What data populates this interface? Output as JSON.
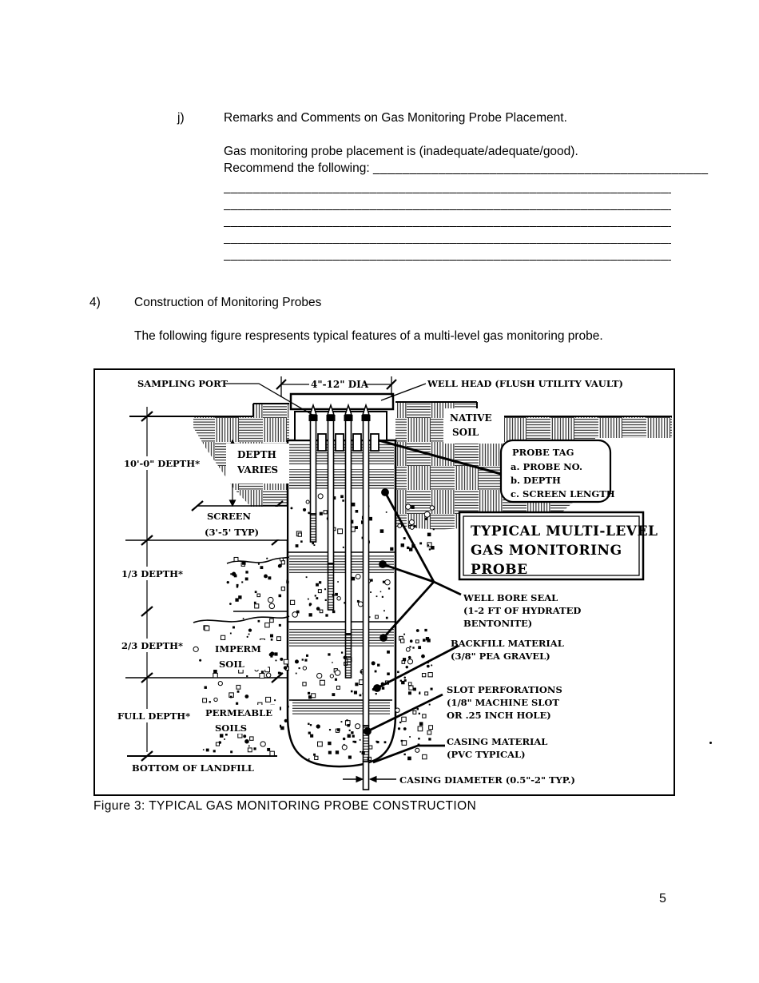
{
  "sections": {
    "item_j": {
      "label": "j)",
      "title": "Remarks and Comments on Gas Monitoring Probe Placement."
    },
    "paragraph": {
      "line1": "Gas monitoring probe placement is (inadequate/adequate/good).",
      "line2": "Recommend the following:",
      "line2_blank": "______________________________________________",
      "blank_lines": [
        "________________________________________________________________________",
        "________________________________________________________________________",
        "________________________________________________________________________",
        "________________________________________________________________________",
        "________________________________________________________________________"
      ]
    },
    "item_4": {
      "label": "4)",
      "title": "Construction of Monitoring Probes",
      "intro": "The following figure respresents typical features of a multi-level gas monitoring probe."
    },
    "caption": "Figure 3: TYPICAL GAS MONITORING PROBE CONSTRUCTION"
  },
  "page": {
    "number": "5"
  },
  "figure": {
    "labels": {
      "sampling_port": "SAMPLING PORT",
      "dia": "4\"-12\" DIA",
      "well_head": "WELL HEAD (FLUSH UTILITY VAULT)",
      "native_1": "NATIVE",
      "native_2": "SOIL",
      "probe_tag_title": "PROBE TAG",
      "probe_tag_a": "a. PROBE NO.",
      "probe_tag_b": "b. DEPTH",
      "probe_tag_c": "c. SCREEN LENGTH",
      "depth_varies_1": "DEPTH",
      "depth_varies_2": "VARIES",
      "depth_10": "10'-0\" DEPTH*",
      "screen_1": "SCREEN",
      "screen_2": "(3'-5' TYP)",
      "depth_13": "1/3 DEPTH*",
      "depth_23": "2/3 DEPTH*",
      "imperm_1": "IMPERM",
      "imperm_2": "SOIL",
      "full_depth": "FULL DEPTH*",
      "permeable_1": "PERMEABLE",
      "permeable_2": "SOILS",
      "bottom_landfill": "BOTTOM OF LANDFILL",
      "title_1": "TYPICAL MULTI-LEVEL",
      "title_2": "GAS MONITORING",
      "title_3": "PROBE",
      "wbs_1": "WELL BORE SEAL",
      "wbs_2": "(1-2 FT OF HYDRATED",
      "wbs_3": "BENTONITE)",
      "backfill_1": "BACKFILL MATERIAL",
      "backfill_2": "(3/8\" PEA GRAVEL)",
      "slot_1": "SLOT PERFORATIONS",
      "slot_2": "(1/8\" MACHINE SLOT",
      "slot_3": "OR .25 INCH HOLE)",
      "casing_mat_1": "CASING MATERIAL",
      "casing_mat_2": "(PVC TYPICAL)",
      "casing_dia": "CASING DIAMETER (0.5\"-2\" TYP.)"
    }
  }
}
